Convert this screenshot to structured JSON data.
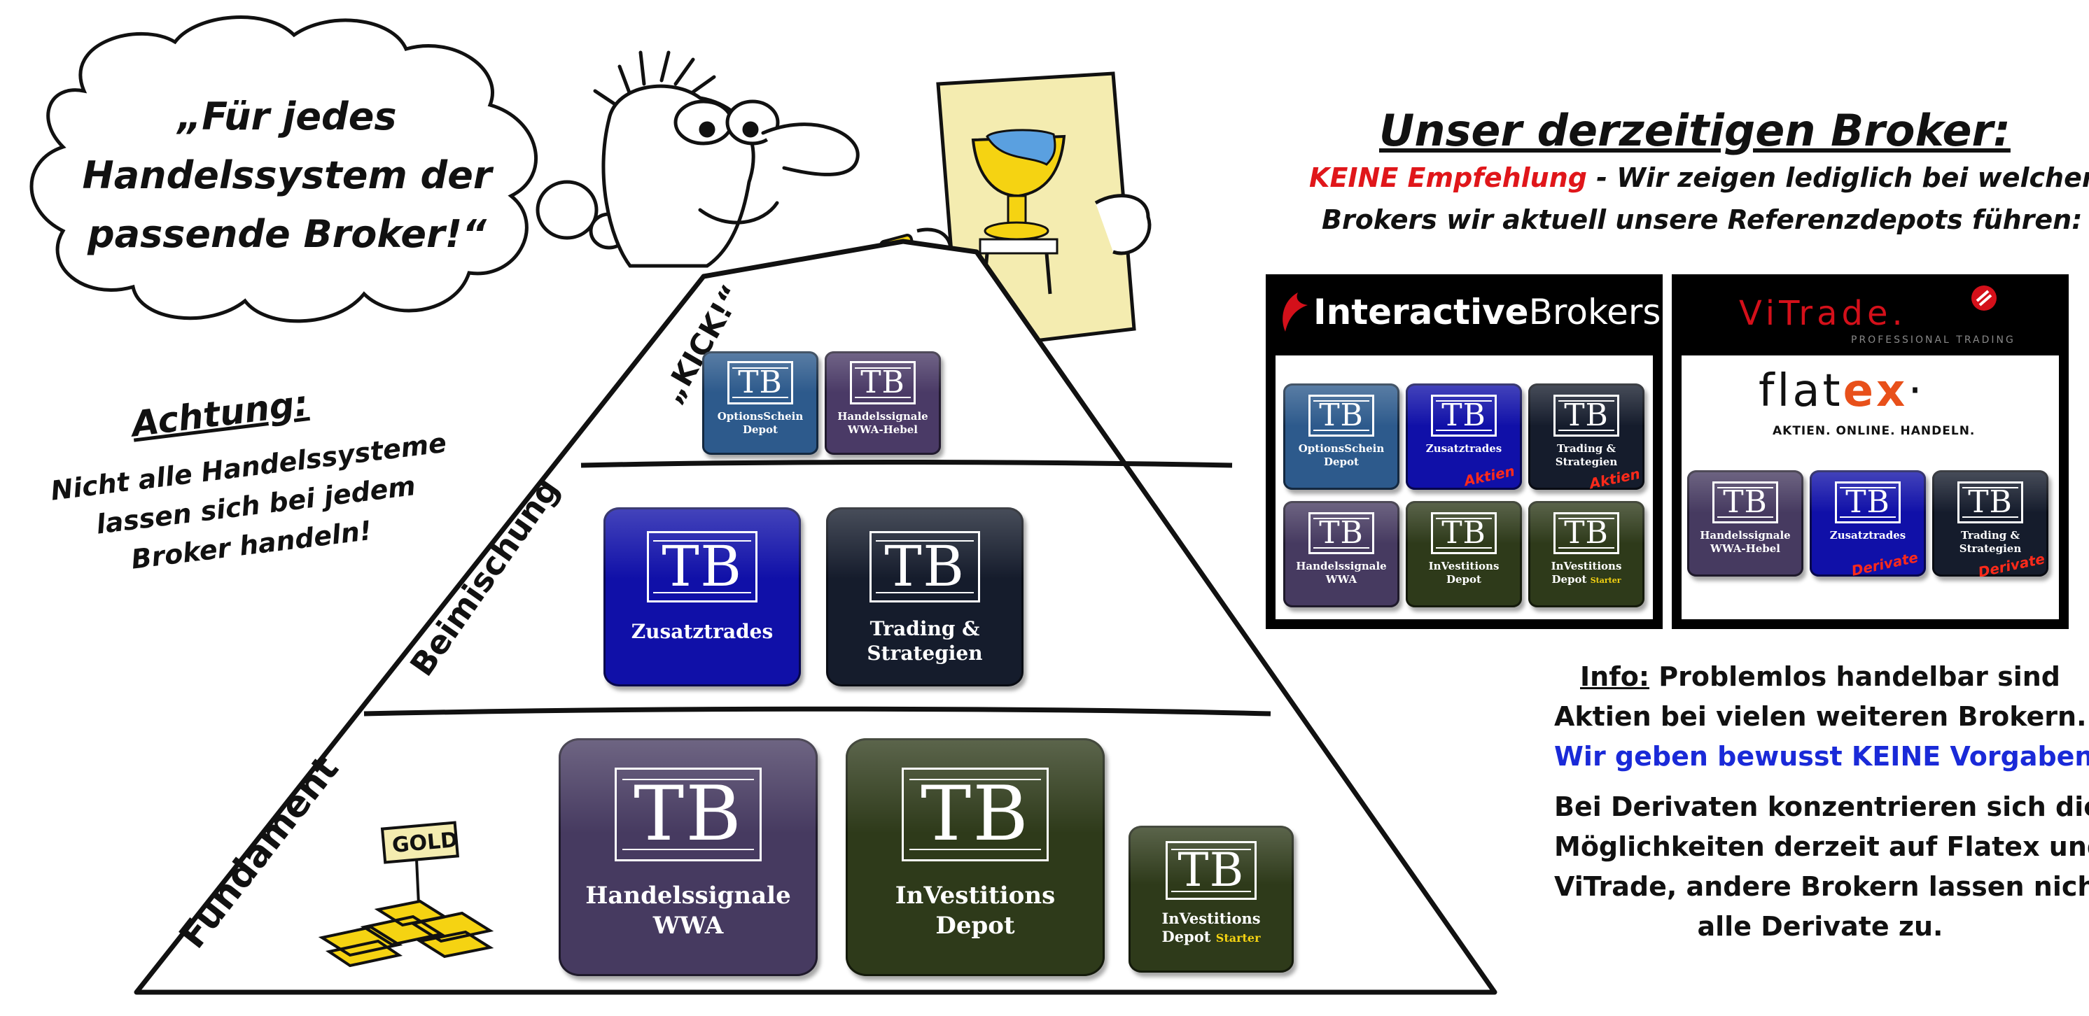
{
  "thought_bubble": {
    "lines": [
      "„Für jedes",
      "Handelssystem der",
      "passende Broker!“"
    ]
  },
  "pyramid": {
    "tier_labels": {
      "top": "„KICK!“",
      "middle": "Beimischung",
      "bottom": "Fundament"
    },
    "gold_sign": "GOLD",
    "top_tiles": [
      {
        "logo": "TB",
        "label_1": "OptionsSchein",
        "label_2": "Depot",
        "color": "#2d5a8c"
      },
      {
        "logo": "TB",
        "label_1": "Handelssignale",
        "label_2": "WWA-Hebel",
        "color": "#4a3a66"
      }
    ],
    "middle_tiles": [
      {
        "logo": "TB",
        "label_1": "Zusatztrades",
        "label_2": "",
        "color": "#1010a8"
      },
      {
        "logo": "TB",
        "label_1": "Trading &",
        "label_2": "Strategien",
        "color": "#151c2c"
      }
    ],
    "bottom_tiles": [
      {
        "logo": "TB",
        "label_1": "Handelssignale",
        "label_2": "WWA",
        "color": "#463a60"
      },
      {
        "logo": "TB",
        "label_1": "InVestitions",
        "label_2": "Depot",
        "color": "#2e3a1a"
      },
      {
        "logo": "TB",
        "label_1": "InVestitions",
        "label_2": "Depot",
        "label_3": "Starter",
        "color": "#2e3a1a"
      }
    ]
  },
  "achtung": {
    "title": "Achtung:",
    "lines": [
      "Nicht alle Handelssysteme",
      "lassen sich bei jedem",
      "Broker handeln!"
    ]
  },
  "brokers": {
    "heading": "Unser derzeitigen Broker:",
    "subtitle_red": "KEINE Empfehlung",
    "subtitle_rest": " - Wir zeigen lediglich bei welchen",
    "subtitle_line2": "Brokers  wir aktuell unsere Referenzdepots führen:",
    "ib": {
      "name_bold": "Interactive",
      "name_light": "Brokers",
      "tiles": [
        {
          "logo": "TB",
          "label_1": "OptionsSchein",
          "label_2": "Depot",
          "tag": "",
          "color": "#2d5a8c"
        },
        {
          "logo": "TB",
          "label_1": "Zusatztrades",
          "label_2": "",
          "tag": "Aktien",
          "color": "#1010a8"
        },
        {
          "logo": "TB",
          "label_1": "Trading &",
          "label_2": "Strategien",
          "tag": "Aktien",
          "color": "#151c2c"
        },
        {
          "logo": "TB",
          "label_1": "Handelssignale",
          "label_2": "WWA",
          "tag": "",
          "color": "#463a60"
        },
        {
          "logo": "TB",
          "label_1": "InVestitions",
          "label_2": "Depot",
          "tag": "",
          "color": "#2e3a1a"
        },
        {
          "logo": "TB",
          "label_1": "InVestitions",
          "label_2": "Depot",
          "label_3": "Starter",
          "tag": "",
          "color": "#2e3a1a"
        }
      ]
    },
    "vitrade": {
      "name": "ViTrade.",
      "tagline": "PROFESSIONAL TRADING",
      "flatex_name_a": "flat",
      "flatex_name_b": "ex",
      "flatex_tagline": "AKTIEN. ONLINE. HANDELN.",
      "tiles": [
        {
          "logo": "TB",
          "label_1": "Handelssignale",
          "label_2": "WWA-Hebel",
          "tag": "",
          "color": "#463a60"
        },
        {
          "logo": "TB",
          "label_1": "Zusatztrades",
          "label_2": "",
          "tag": "Derivate",
          "color": "#1010a8"
        },
        {
          "logo": "TB",
          "label_1": "Trading &",
          "label_2": "Strategien",
          "tag": "Derivate",
          "color": "#151c2c"
        }
      ]
    }
  },
  "info": {
    "label": "Info:",
    "line1_rest": " Problemlos handelbar sind",
    "line2": "Aktien bei vielen weiteren Brokern.",
    "line3_blue": "Wir geben bewusst KEINE Vorgaben",
    "line3_end": ".",
    "line4": "Bei Derivaten konzentrieren sich die",
    "line5": "Möglichkeiten derzeit auf Flatex und",
    "line6": "ViTrade, andere Brokern lassen nicht",
    "line7": "alle Derivate zu."
  },
  "colors": {
    "pyramid_stroke": "#111111",
    "accent_red": "#e0161a",
    "accent_blue": "#1a2ad8",
    "sign_yellow": "#f4ecb0",
    "gold": "#f5d312"
  }
}
